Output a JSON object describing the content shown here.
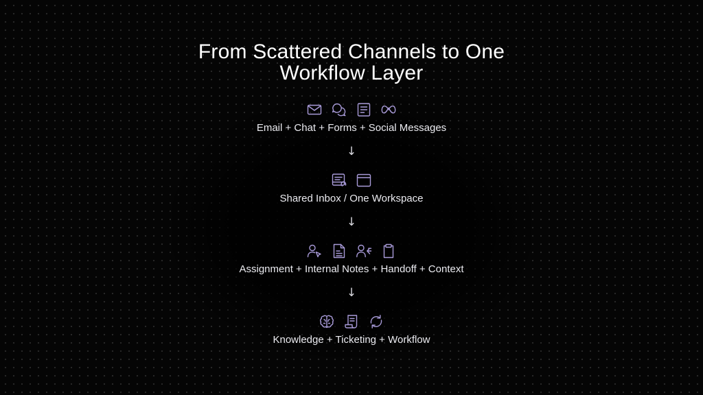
{
  "title": {
    "line1": "From Scattered Channels to One",
    "line2": "Workflow Layer"
  },
  "colors": {
    "background": "#050505",
    "dot_grid": "#2b2b2b",
    "icon_stroke": "#a99bd9",
    "text": "#ececf1"
  },
  "steps": [
    {
      "label": "Email + Chat + Forms + Social Messages",
      "icons": [
        "envelope-icon",
        "chat-bubbles-icon",
        "form-document-icon",
        "meta-logo-icon"
      ]
    },
    {
      "label": "Shared Inbox / One Workspace",
      "icons": [
        "shared-inbox-icon",
        "browser-window-icon"
      ]
    },
    {
      "label": "Assignment + Internal Notes + Handoff + Context",
      "icons": [
        "user-cursor-icon",
        "note-document-icon",
        "user-handoff-icon",
        "clipboard-icon"
      ]
    },
    {
      "label": "Knowledge + Ticketing + Workflow",
      "icons": [
        "brain-icon",
        "ticket-scroll-icon",
        "cycle-arrows-icon"
      ]
    }
  ],
  "arrows": [
    "↓",
    "↓",
    "↓"
  ]
}
